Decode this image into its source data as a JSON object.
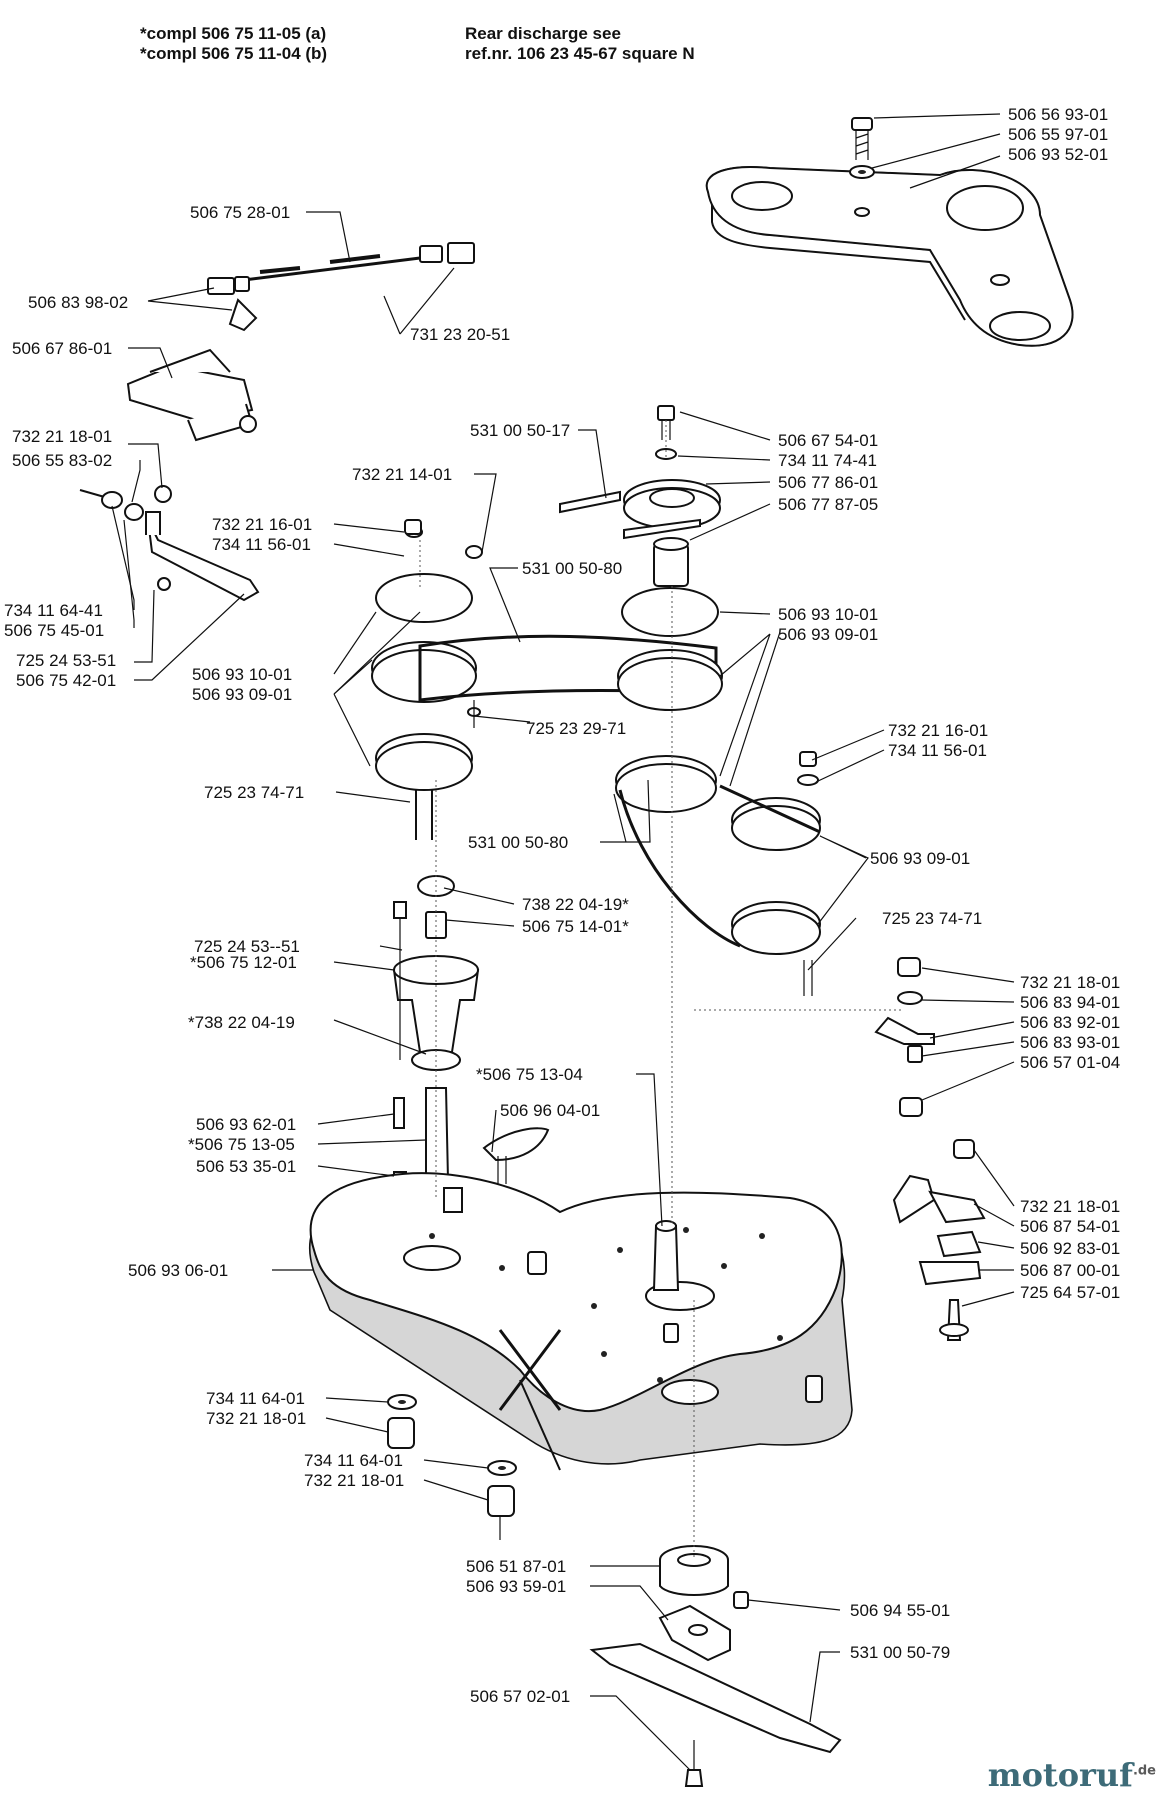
{
  "header": {
    "compl_a": "*compl 506 75 11-05 (a)",
    "compl_b": "*compl 506 75 11-04 (b)",
    "rear_discharge_line1": "Rear discharge see",
    "rear_discharge_line2": "ref.nr. 106 23 45-67 square N"
  },
  "labels": {
    "l01": "506 56 93-01",
    "l02": "506 55 97-01",
    "l03": "506 93 52-01",
    "l04": "506 75 28-01",
    "l05": "506 83 98-02",
    "l06": "731 23 20-51",
    "l07": "506 67 86-01",
    "l08": "732 21 18-01",
    "l09": "506 55 83-02",
    "l10": "734 11 64-41",
    "l11": "506 75 45-01",
    "l12": "725 24 53-51",
    "l13": "506 75 42-01",
    "l14": "531 00 50-17",
    "l15": "506 67 54-01",
    "l16": "734 11 74-41",
    "l17": "506 77 86-01",
    "l18": "506 77 87-05",
    "l19": "732 21 14-01",
    "l20": "732 21 16-01",
    "l21": "734 11 56-01",
    "l22": "531 00 50-80",
    "l23": "506 93 10-01",
    "l24": "506 93 09-01",
    "l25": "506 93 10-01",
    "l26": "506 93 09-01",
    "l27": "725 23 29-71",
    "l28": "732 21 16-01",
    "l29": "734 11 56-01",
    "l30": "725 23 74-71",
    "l31": "531 00 50-80",
    "l32": "506 93 09-01",
    "l33": "738 22 04-19*",
    "l34": "506 75 14-01*",
    "l35": "725 24 53--51",
    "l36": "*506 75 12-01",
    "l37": "725 23 74-71",
    "l38": "732 21 18-01",
    "l39": "506 83 94-01",
    "l40": "506 83 92-01",
    "l41": "*738 22 04-19",
    "l42": "506 83 93-01",
    "l43": "506 57 01-04",
    "l44": "*506 75 13-04",
    "l45": "506 96 04-01",
    "l46": "506 93 62-01",
    "l47": "*506 75 13-05",
    "l48": "506 53 35-01",
    "l49": "732 21 18-01",
    "l50": "506 87 54-01",
    "l51": "506 92 83-01",
    "l52": "506 93 06-01",
    "l53": "506 87 00-01",
    "l54": "725 64 57-01",
    "l55": "734 11 64-01",
    "l56": "732 21 18-01",
    "l57": "734 11 64-01",
    "l58": "732 21 18-01",
    "l59": "506 51 87-01",
    "l60": "506 93 59-01",
    "l61": "506 94 55-01",
    "l62": "531 00 50-79",
    "l63": "506 57 02-01"
  },
  "watermark": {
    "name": "motoruf",
    "suffix": ".de"
  }
}
